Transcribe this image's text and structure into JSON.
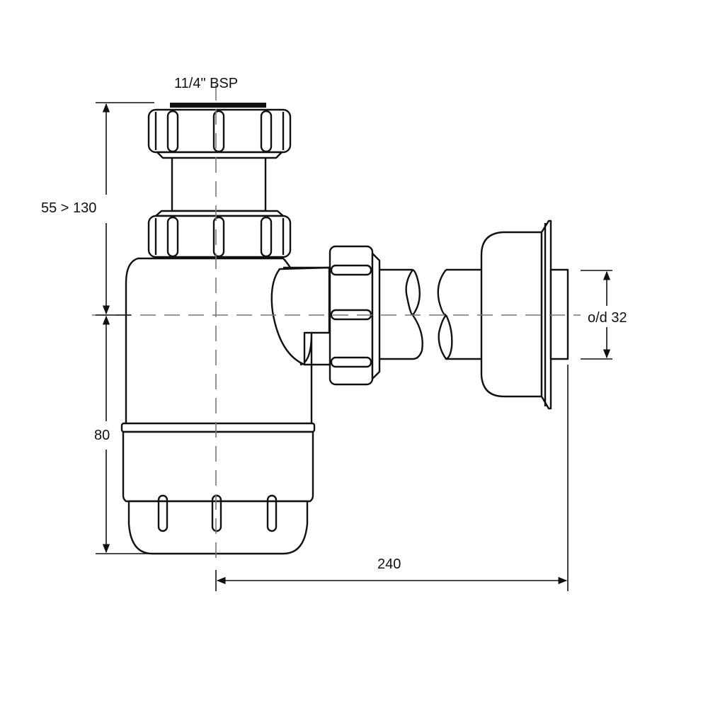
{
  "labels": {
    "thread": "11/4\" BSP",
    "height_adjust": "55 > 130",
    "lower_height": "80",
    "outlet_length": "240",
    "outlet_diameter": "o/d 32"
  }
}
